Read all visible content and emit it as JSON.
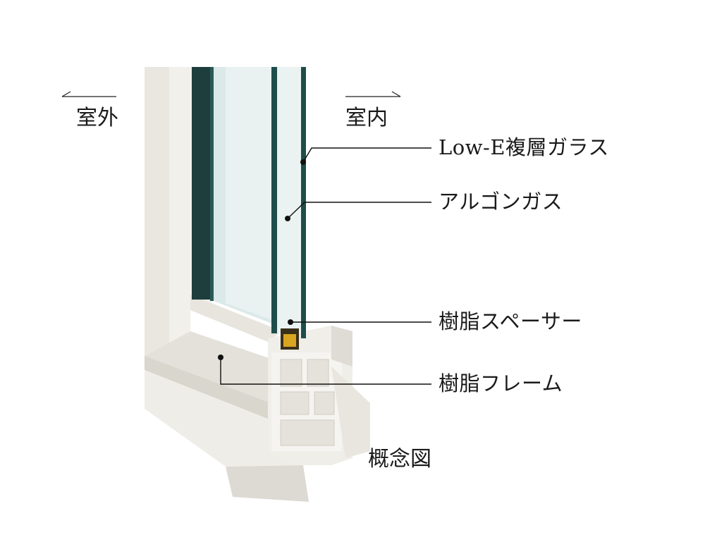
{
  "orientation": {
    "outside": "室外",
    "inside": "室内"
  },
  "callouts": {
    "lowe_glass": "Low-E複層ガラス",
    "argon_gas": "アルゴンガス",
    "resin_spacer": "樹脂スペーサー",
    "resin_frame": "樹脂フレーム"
  },
  "caption": "概念図",
  "colors": {
    "frame": "#ecebe5",
    "frame_shadow": "#d6d4cc",
    "glass_edge": "#1e4d4b",
    "glass_tint": "#d8e8e7",
    "spacer": "#d9a520",
    "leader": "#111111"
  }
}
